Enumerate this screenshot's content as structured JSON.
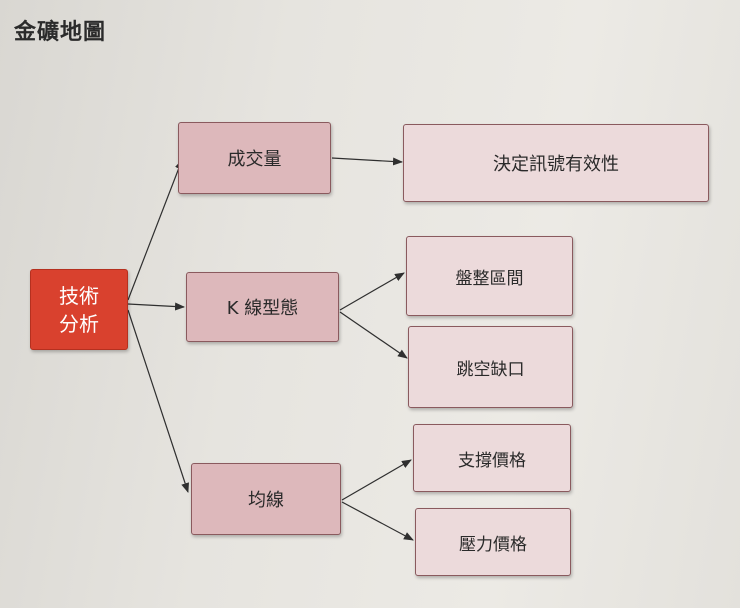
{
  "title": "金礦地圖",
  "colors": {
    "root": "#d9412e",
    "mid": "#ddb8bb",
    "leaf": "#ecdadb",
    "line": "#2f2f2f"
  },
  "diagram": {
    "root": "技術\n分析",
    "branches": [
      {
        "label": "成交量",
        "children": [
          "決定訊號有效性"
        ]
      },
      {
        "label": "K 線型態",
        "children": [
          "盤整區間",
          "跳空缺口"
        ]
      },
      {
        "label": "均線",
        "children": [
          "支撐價格",
          "壓力價格"
        ]
      }
    ]
  }
}
